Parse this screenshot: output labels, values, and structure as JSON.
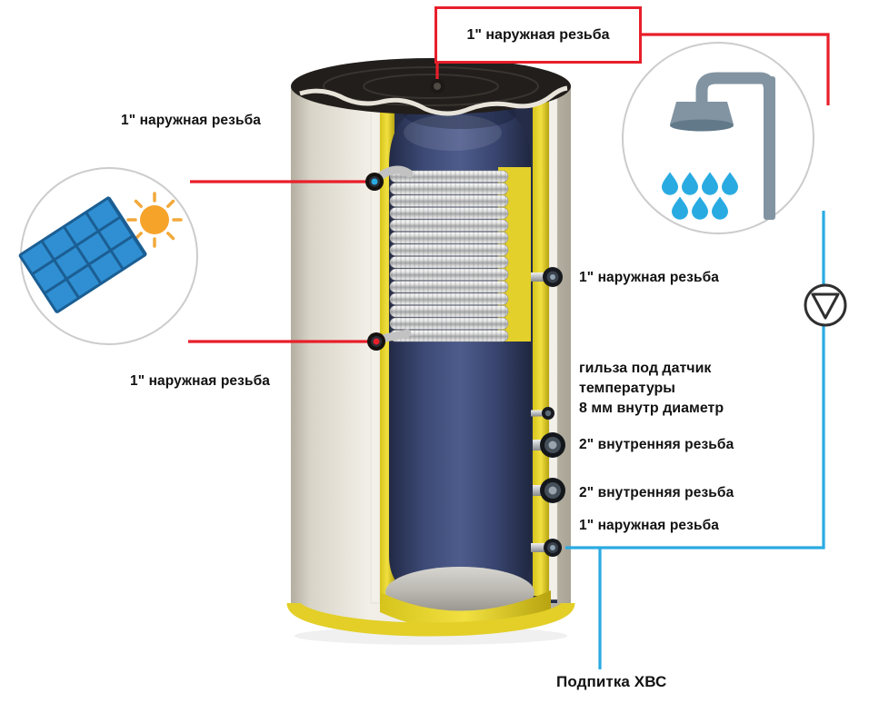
{
  "diagram": {
    "type": "buffer-tank-connection-scheme",
    "colors": {
      "hot_line": "#e81f2a",
      "cold_line": "#29abe2",
      "insulation_yellow": "#e8d52e",
      "inner_tank_navy": "#3a4670",
      "shell_cream": "#ece8df"
    },
    "labels": {
      "top_port": "1\" наружная резьба",
      "solar_flow": "1\" наружная резьба",
      "solar_return": "1\" наружная резьба",
      "right_top_port": "1\" наружная резьба",
      "sensor_sleeve_line1": "гильза под датчик",
      "sensor_sleeve_line2": "температуры",
      "sensor_sleeve_line3": "8 мм внутр диаметр",
      "port_2inch_upper": "2\" внутренняя резьба",
      "port_2inch_lower": "2\" внутренняя резьба",
      "bottom_right_port": "1\" наружная резьба",
      "cold_water_feed": "Подпитка ХВС"
    },
    "icons": {
      "solar": "solar-panel-with-sun",
      "consumer": "shower-head-with-water-drops",
      "valve": "valve-triangle-symbol"
    }
  }
}
